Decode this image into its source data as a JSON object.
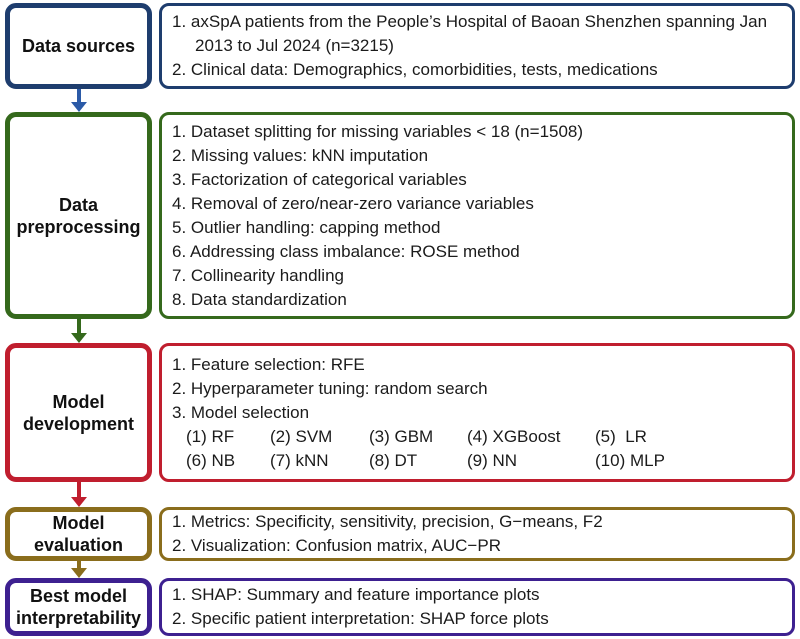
{
  "sections": [
    {
      "id": "data-sources",
      "label": "Data sources",
      "color": "#1e3d6e",
      "items": [
        "1. axSpA patients from the People’s Hospital of Baoan Shenzhen spanning Jan 2013 to Jul 2024 (n=3215)",
        "2. Clinical data: Demographics, comorbidities, tests, medications"
      ]
    },
    {
      "id": "data-preprocessing",
      "label": "Data preprocessing",
      "color": "#35691c",
      "items": [
        "1. Dataset splitting for missing variables < 18 (n=1508)",
        "2. Missing values: kNN imputation",
        "3. Factorization of categorical variables",
        "4. Removal of zero/near-zero variance variables",
        "5. Outlier handling: capping method",
        "6. Addressing class imbalance: ROSE method",
        "7. Collinearity handling",
        "8. Data standardization"
      ]
    },
    {
      "id": "model-development",
      "label": "Model development",
      "color": "#c01e2e",
      "items": [
        "1. Feature selection: RFE",
        "2. Hyperparameter tuning: random search",
        "3. Model selection"
      ],
      "models": [
        "(1) RF",
        "(2) SVM",
        "(3) GBM",
        "(4) XGBoost",
        "(5)  LR",
        "(6) NB",
        "(7) kNN",
        "(8) DT",
        "(9) NN",
        "(10) MLP"
      ]
    },
    {
      "id": "model-evaluation",
      "label": "Model evaluation",
      "color": "#8a6d1c",
      "items": [
        "1. Metrics: Specificity, sensitivity, precision, G−means, F2",
        "2. Visualization: Confusion matrix, AUC−PR"
      ]
    },
    {
      "id": "best-model-interpretability",
      "label": "Best model interpretability",
      "color": "#3d2090",
      "items": [
        "1. SHAP: Summary and feature importance plots",
        "2. Specific patient interpretation: SHAP force plots"
      ]
    }
  ],
  "arrows": [
    {
      "color": "#2b5aa7"
    },
    {
      "color": "#35691c"
    },
    {
      "color": "#c01e2e"
    },
    {
      "color": "#8a6d1c"
    }
  ]
}
